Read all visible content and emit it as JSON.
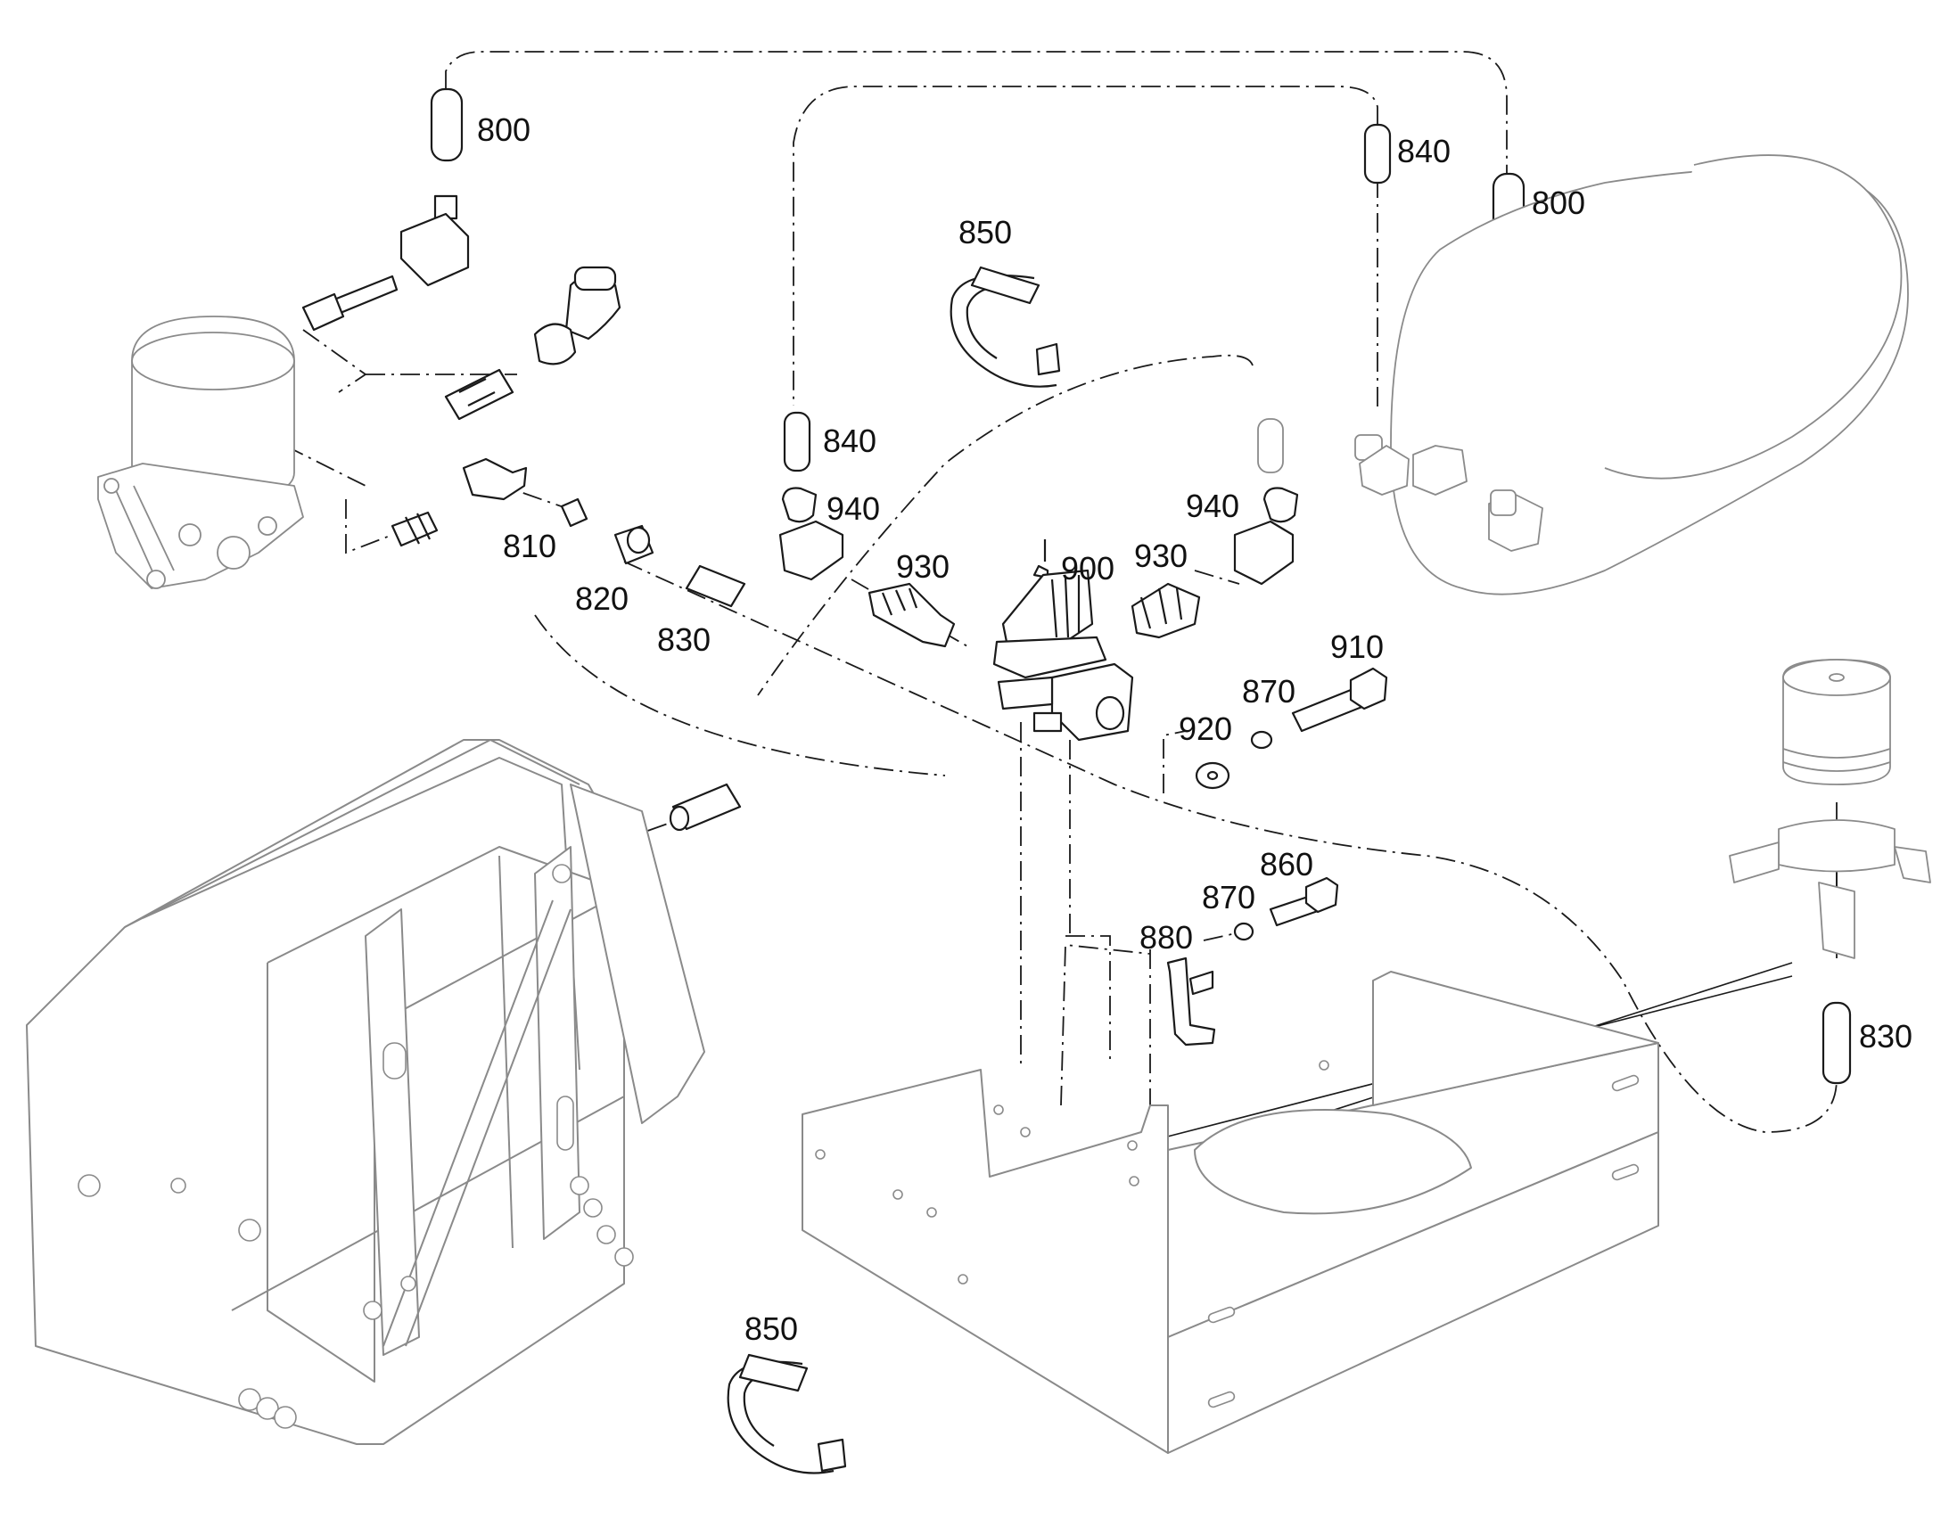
{
  "callouts": {
    "c800_left": "800",
    "c800_right": "800",
    "c840_top": "840",
    "c840_left": "840",
    "c850_top": "850",
    "c850_bottom": "850",
    "c810": "810",
    "c820": "820",
    "c830_left": "830",
    "c830_right": "830",
    "c860": "860",
    "c870_upper": "870",
    "c870_lower": "870",
    "c880": "880",
    "c900": "900",
    "c910": "910",
    "c920": "920",
    "c930_left": "930",
    "c930_right": "930",
    "c940_left": "940",
    "c940_right": "940"
  }
}
